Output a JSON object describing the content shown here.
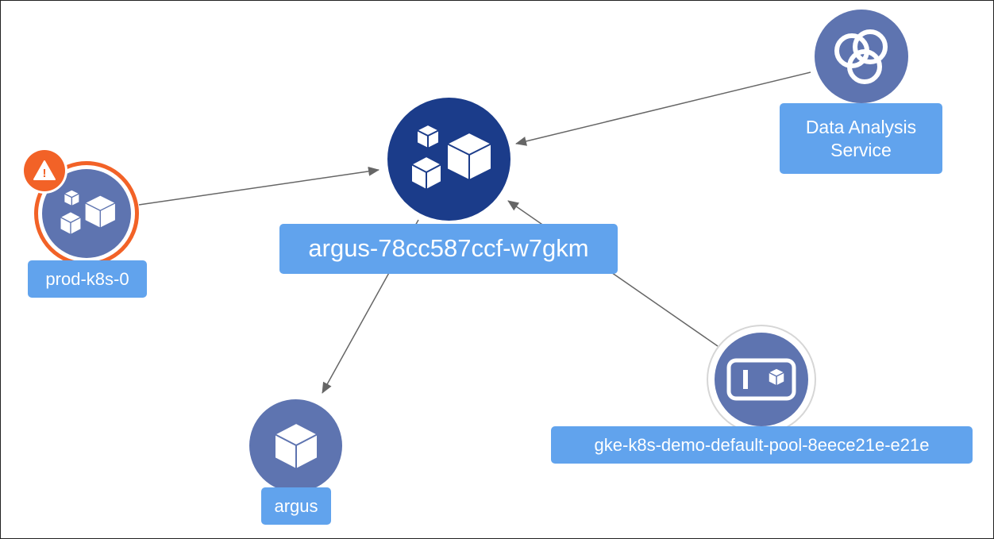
{
  "diagram": {
    "nodes": [
      {
        "id": "main",
        "label": "argus-78cc587ccf-w7gkm",
        "icon": "cubes-icon",
        "color": "#1b3c8a"
      },
      {
        "id": "prod",
        "label": "prod-k8s-0",
        "icon": "cubes-icon",
        "color": "#5e74b0",
        "alert": "!",
        "alert_color": "#f26227"
      },
      {
        "id": "data",
        "label": "Data Analysis Service",
        "icon": "overlapping-circles-icon",
        "color": "#5e74b0"
      },
      {
        "id": "gke",
        "label": "gke-k8s-demo-default-pool-8eece21e-e21e",
        "icon": "node-pool-icon",
        "color": "#5e74b0"
      },
      {
        "id": "argus",
        "label": "argus",
        "icon": "cube-icon",
        "color": "#5e74b0"
      }
    ],
    "edges": [
      {
        "from": "prod",
        "to": "main"
      },
      {
        "from": "data",
        "to": "main"
      },
      {
        "from": "gke",
        "to": "main"
      },
      {
        "from": "main",
        "to": "argus"
      }
    ],
    "label_color": "#61a3ed",
    "edge_color": "#666666"
  }
}
